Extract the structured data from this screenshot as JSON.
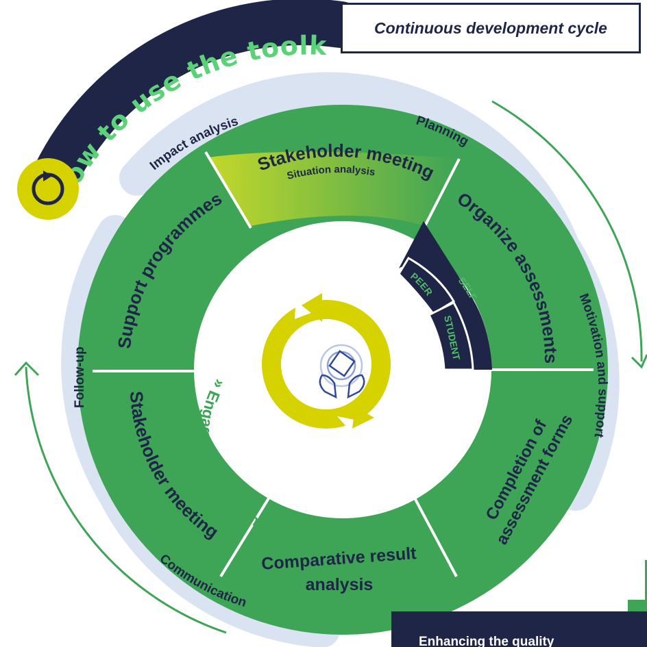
{
  "header": {
    "title": "How to use the toolkit?",
    "cycle_label": "Continuous development cycle"
  },
  "outer_ring": {
    "labels": [
      "Planning",
      "Motivation and support",
      "Communication",
      "Follow-up",
      "Impact analysis"
    ]
  },
  "segments": {
    "stakeholder_meeting_top": {
      "title": "Stakeholder meeting",
      "subtitle": "Situation analysis"
    },
    "organize_assessments": "Organize assessments",
    "completion": [
      "Completion of",
      "assessment forms"
    ],
    "comparative": [
      "Comparative result",
      "analysis"
    ],
    "stakeholder_meeting_bottom": "Stakeholder meeting",
    "support_programmes": "Support programmes"
  },
  "assessment_types": [
    "SELF",
    "PEER",
    "STUDENT"
  ],
  "center": {
    "engagement_text": "» Engagement in all phases «"
  },
  "footer": {
    "enhance_text": "Enhancing the quality"
  },
  "colors": {
    "navy": "#1f2547",
    "green": "#3ea456",
    "green_light": "#b7d334",
    "yellow": "#d6d200",
    "pale_blue": "#d9e3f2",
    "white": "#ffffff"
  },
  "icons": {
    "refresh": "refresh-cycle-icon",
    "hands": "hands-holding-icon"
  }
}
